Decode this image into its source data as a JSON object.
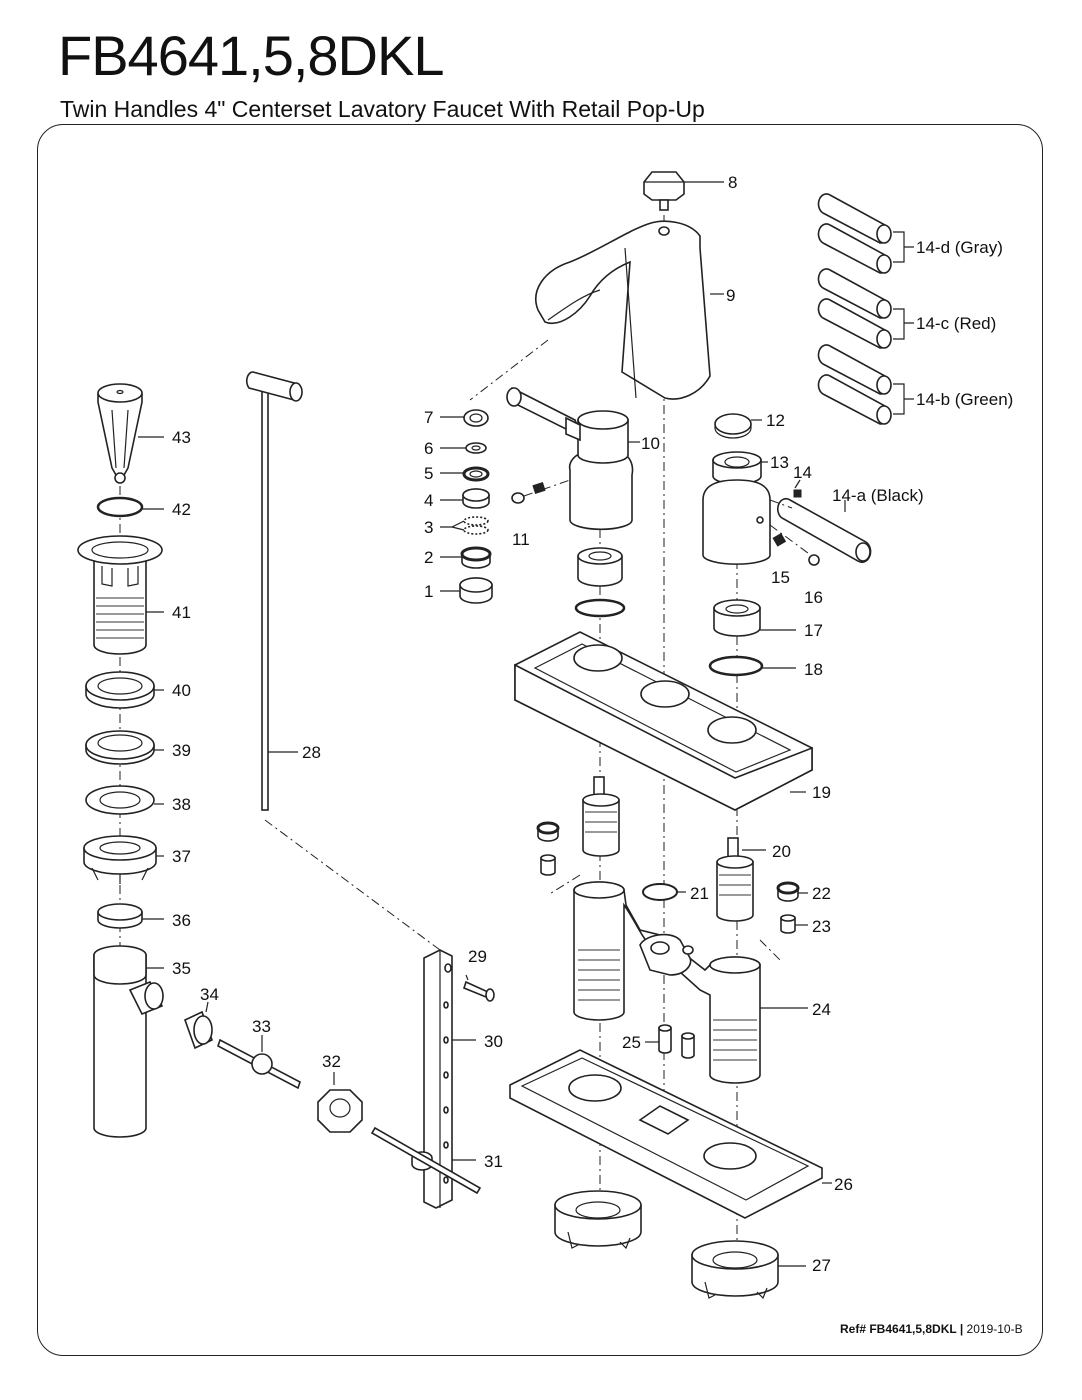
{
  "header": {
    "model": "FB4641,5,8DKL",
    "subtitle": "Twin Handles 4\" Centerset Lavatory Faucet With Retail Pop-Up"
  },
  "footer": {
    "ref": "Ref# FB4641,5,8DKL",
    "separator": "|",
    "revision": "2019-10-B"
  },
  "callouts": {
    "p1": "1",
    "p2": "2",
    "p3": "3",
    "p4": "4",
    "p5": "5",
    "p6": "6",
    "p7": "7",
    "p8": "8",
    "p9": "9",
    "p10": "10",
    "p11": "11",
    "p12": "12",
    "p13": "13",
    "p14": "14",
    "p14a": "14-a (Black)",
    "p14b": "14-b (Green)",
    "p14c": "14-c (Red)",
    "p14d": "14-d (Gray)",
    "p15": "15",
    "p16": "16",
    "p17": "17",
    "p18": "18",
    "p19": "19",
    "p20": "20",
    "p21": "21",
    "p22": "22",
    "p23": "23",
    "p24": "24",
    "p25": "25",
    "p26": "26",
    "p27": "27",
    "p28": "28",
    "p29": "29",
    "p30": "30",
    "p31": "31",
    "p32": "32",
    "p33": "33",
    "p34": "34",
    "p35": "35",
    "p36": "36",
    "p37": "37",
    "p38": "38",
    "p39": "39",
    "p40": "40",
    "p41": "41",
    "p42": "42",
    "p43": "43"
  }
}
